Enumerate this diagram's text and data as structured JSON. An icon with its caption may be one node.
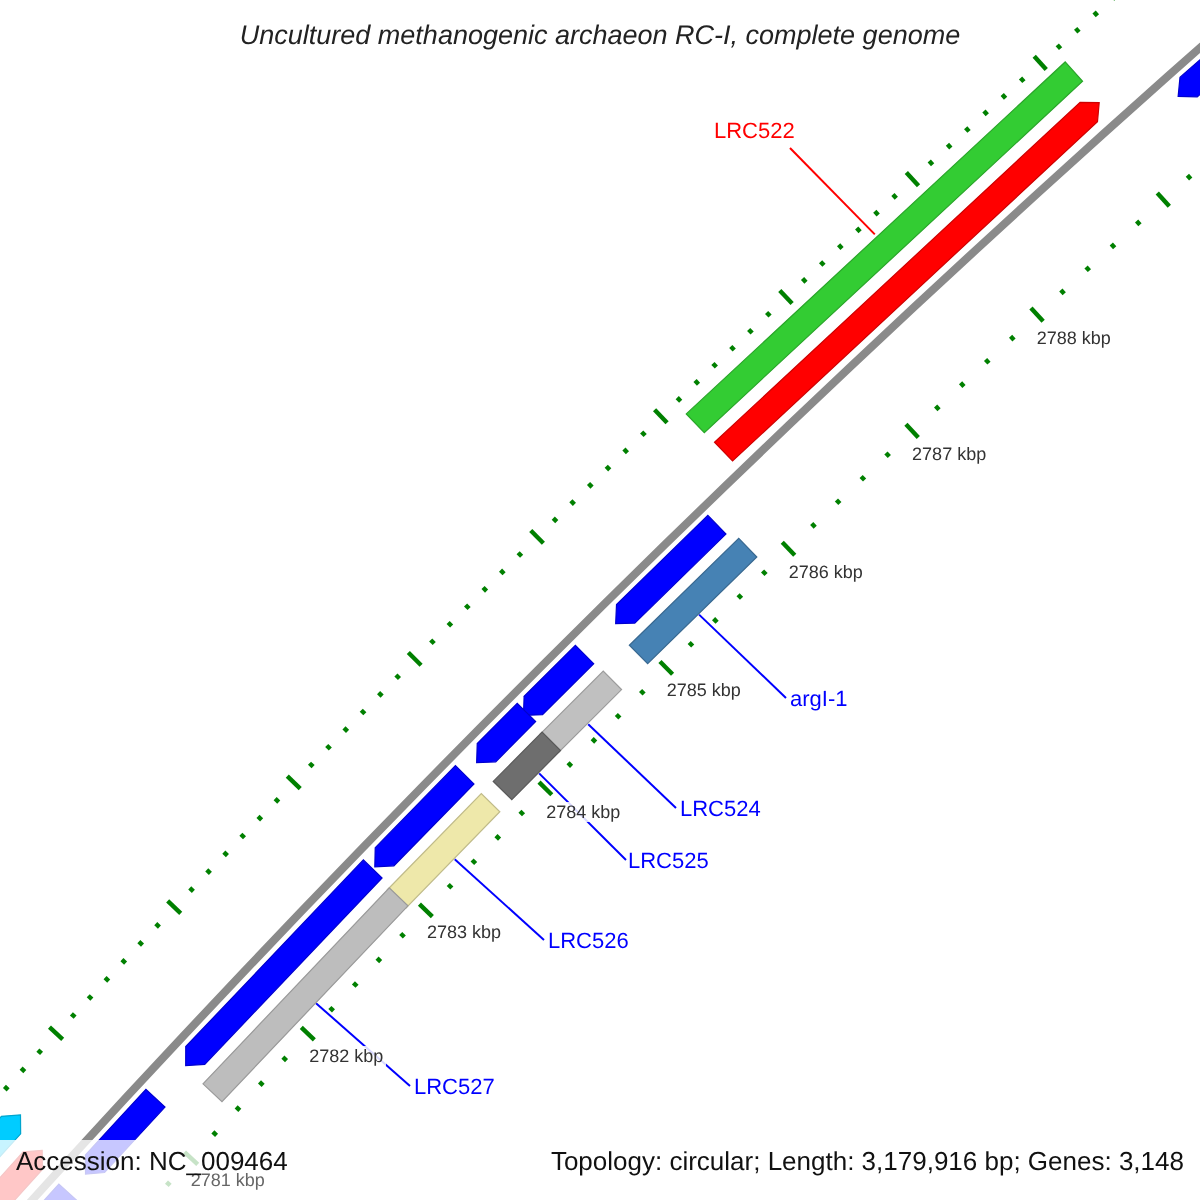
{
  "diagram": {
    "title": "Uncultured methanogenic archaeon RC-I, complete genome",
    "nodes": [
      {
        "text": [
          "LRC522"
        ]
      },
      {
        "text": [],
        "shape": "bar"
      },
      {
        "text": [
          "argI-1"
        ]
      },
      {
        "text": [],
        "shape": "bar"
      },
      {
        "text": [
          "LRC524"
        ]
      },
      {
        "text": [],
        "shape": "bar"
      },
      {
        "text": [
          "LRC525"
        ]
      },
      {
        "text": [],
        "shape": "bar"
      },
      {
        "text": [
          "LRC526"
        ]
      },
      {
        "text": [],
        "shape": "bar"
      },
      {
        "text": [
          "LRC527"
        ]
      },
      {
        "text": [],
        "shape": "bar"
      }
    ],
    "edges": [
      {
        "from": 0,
        "to": 1,
        "arrow": "none",
        "color": "#ff0000"
      },
      {
        "from": 2,
        "to": 3,
        "arrow": "none"
      },
      {
        "from": 4,
        "to": 5,
        "arrow": "none"
      },
      {
        "from": 6,
        "to": 7,
        "arrow": "none"
      },
      {
        "from": 8,
        "to": 9,
        "arrow": "none"
      },
      {
        "from": 10,
        "to": 11,
        "arrow": "none"
      }
    ],
    "labels": [
      "2788 kbp",
      "2787 kbp",
      "2786 kbp",
      "2785 kbp",
      "2784 kbp",
      "2783 kbp",
      "2782 kbp",
      "2781 kbp",
      "Accession: NC_009464",
      "Topology: circular; Length: 3,179,916 bp; Genes: 3,148"
    ]
  }
}
